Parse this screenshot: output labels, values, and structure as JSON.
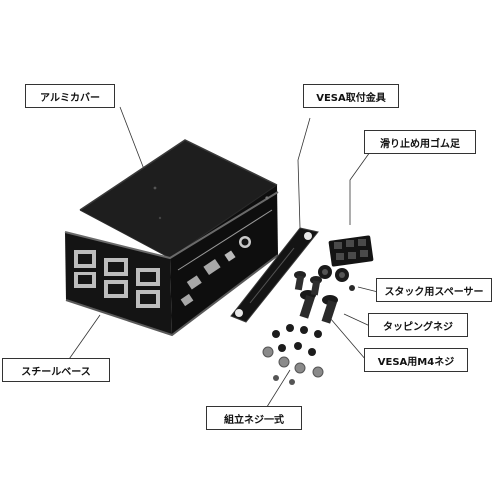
{
  "labels": {
    "aluminum_cover": "アルミカバー",
    "vesa_bracket": "VESA取付金具",
    "rubber_feet": "滑り止め用ゴム足",
    "stack_spacer": "スタック用スペーサー",
    "tapping_screw": "タッピングネジ",
    "vesa_m4_screw": "VESA用M4ネジ",
    "steel_base": "スチールベース",
    "assembly_screw_set": "組立ネジ一式"
  },
  "colors": {
    "background": "#ffffff",
    "case_black": "#141414",
    "case_edge": "#3a3a3a",
    "metal_light": "#b5b5b5",
    "leader_line": "#333333"
  }
}
